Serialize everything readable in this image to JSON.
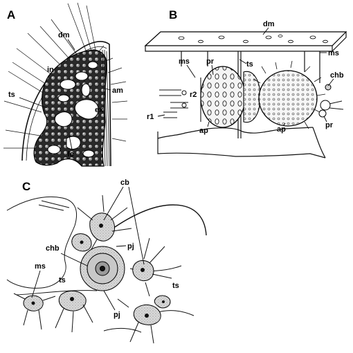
{
  "panels": {
    "A": {
      "letter": "A",
      "labels": {
        "dm": "dm",
        "in": "in",
        "am": "am",
        "ts": "ts",
        "ex": "ex",
        "fc": "fc"
      }
    },
    "B": {
      "letter": "B",
      "labels": {
        "dm": "dm",
        "ms_left": "ms",
        "pr_left": "pr",
        "ts": "ts",
        "ms_right": "ms",
        "chb": "chb",
        "r2": "r2",
        "r1": "r1",
        "ap_left": "ap",
        "ap_right": "ap",
        "pr_right": "pr"
      }
    },
    "C": {
      "letter": "C",
      "labels": {
        "cb": "cb",
        "pj_upper": "pj",
        "chb": "chb",
        "ms": "ms",
        "ts_left": "ts",
        "ts_right": "ts",
        "pj_lower": "pj"
      }
    }
  }
}
